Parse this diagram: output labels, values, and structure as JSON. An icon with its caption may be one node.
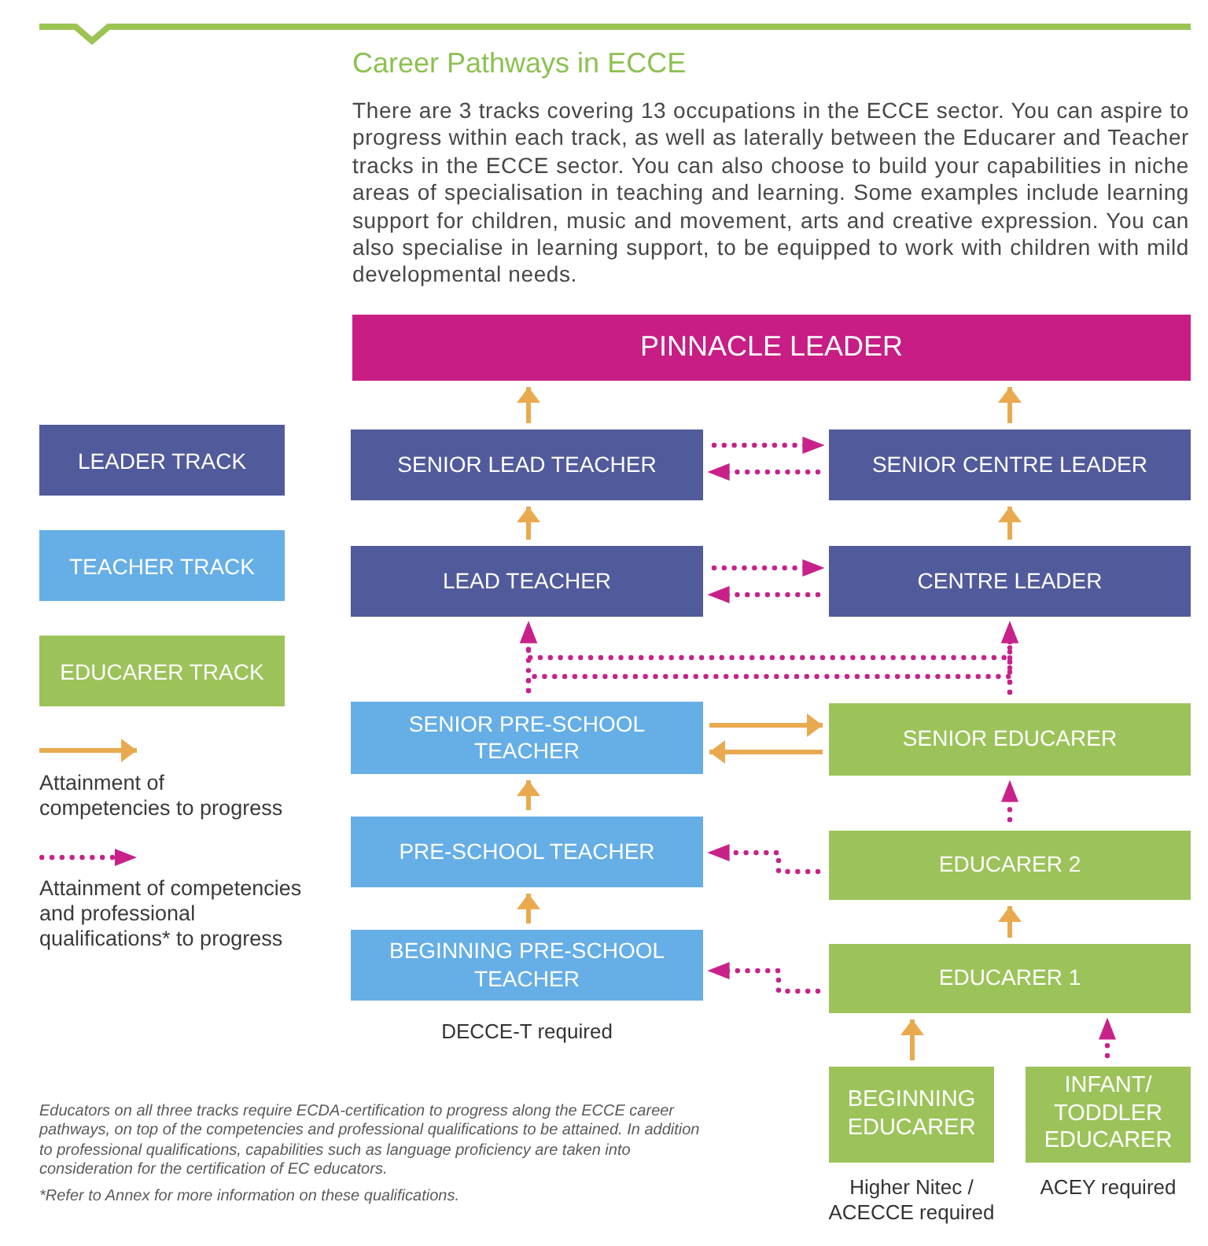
{
  "diagram": {
    "title": "Career Pathways in ECCE",
    "nodes": [
      {
        "text": [
          "PINNACLE LEADER"
        ]
      },
      {
        "text": [
          "SENIOR LEAD TEACHER"
        ]
      },
      {
        "text": [
          "SENIOR CENTRE LEADER"
        ]
      },
      {
        "text": [
          "LEAD TEACHER"
        ]
      },
      {
        "text": [
          "CENTRE LEADER"
        ]
      },
      {
        "text": [
          "SENIOR PRE-SCHOOL TEACHER"
        ]
      },
      {
        "text": [
          "SENIOR EDUCARER"
        ]
      },
      {
        "text": [
          "PRE-SCHOOL TEACHER"
        ]
      },
      {
        "text": [
          "EDUCARER 2"
        ]
      },
      {
        "text": [
          "BEGINNING PRE-SCHOOL TEACHER"
        ],
        "beside": [
          "DECCE-T required"
        ]
      },
      {
        "text": [
          "EDUCARER 1"
        ]
      },
      {
        "text": [
          "BEGINNING EDUCARER"
        ],
        "beside": [
          "Higher Nitec / ACECCE required"
        ]
      },
      {
        "text": [
          "INFANT/ TODDLER EDUCARER"
        ],
        "beside": [
          "ACEY required"
        ]
      }
    ],
    "edges": [
      {
        "from": 1,
        "to": 0,
        "arrow": "to",
        "color": "#e9aa4f"
      },
      {
        "from": 2,
        "to": 0,
        "arrow": "to",
        "color": "#e9aa4f"
      },
      {
        "from": 1,
        "to": 2,
        "arrow": "to",
        "style": "dashed"
      },
      {
        "from": 2,
        "to": 1,
        "arrow": "to",
        "style": "dashed"
      },
      {
        "from": 3,
        "to": 1,
        "arrow": "to",
        "color": "#e9aa4f"
      },
      {
        "from": 4,
        "to": 2,
        "arrow": "to",
        "color": "#e9aa4f"
      },
      {
        "from": 3,
        "to": 4,
        "arrow": "to",
        "style": "dashed"
      },
      {
        "from": 4,
        "to": 3,
        "arrow": "to",
        "style": "dashed"
      },
      {
        "from": 5,
        "to": 3,
        "arrow": "to",
        "style": "dashed"
      },
      {
        "from": 5,
        "to": 4,
        "arrow": "to",
        "style": "dashed"
      },
      {
        "from": 6,
        "to": 3,
        "arrow": "to",
        "style": "dashed"
      },
      {
        "from": 6,
        "to": 4,
        "arrow": "to",
        "style": "dashed"
      },
      {
        "from": 5,
        "to": 6,
        "arrow": "to",
        "color": "#e9aa4f"
      },
      {
        "from": 6,
        "to": 5,
        "arrow": "to",
        "color": "#e9aa4f"
      },
      {
        "from": 7,
        "to": 5,
        "arrow": "to",
        "color": "#e9aa4f"
      },
      {
        "from": 8,
        "to": 6,
        "arrow": "to",
        "style": "dashed"
      },
      {
        "from": 8,
        "to": 7,
        "arrow": "to",
        "style": "dashed"
      },
      {
        "from": 9,
        "to": 7,
        "arrow": "to",
        "color": "#e9aa4f"
      },
      {
        "from": 10,
        "to": 8,
        "arrow": "to",
        "color": "#e9aa4f"
      },
      {
        "from": 10,
        "to": 9,
        "arrow": "to",
        "style": "dashed"
      },
      {
        "from": 11,
        "to": 10,
        "arrow": "to",
        "color": "#e9aa4f"
      },
      {
        "from": 12,
        "to": 10,
        "arrow": "to",
        "style": "dashed"
      }
    ],
    "labels": [
      "There are 3 tracks covering 13 occupations in the ECCE sector. You can aspire to progress within each track, as well as laterally between the Educarer and Teacher tracks in the ECCE sector. You can also choose to build your capabilities in niche areas of specialisation in teaching and learning. Some examples include learning support for children, music and movement, arts and creative expression. You can also specialise in learning support, to be equipped to work with children with mild developmental needs.",
      "Educators on all three tracks require ECDA-certification to progress along the ECCE career pathways, on top of the competencies and professional qualifications to be attained. In addition to professional qualifications, capabilities such as language proficiency are taken into consideration for the certification of EC educators.",
      "*Refer to Annex for more information on these qualifications."
    ],
    "legend": [
      {
        "text": "LEADER TRACK",
        "color": "#515a9b"
      },
      {
        "text": "TEACHER TRACK",
        "color": "#66aee6"
      },
      {
        "text": "EDUCARER TRACK",
        "color": "#9cc35a"
      },
      {
        "text": "Attainment of competencies to progress"
      },
      {
        "text": "Attainment of competencies and professional qualifications* to progress"
      }
    ]
  }
}
